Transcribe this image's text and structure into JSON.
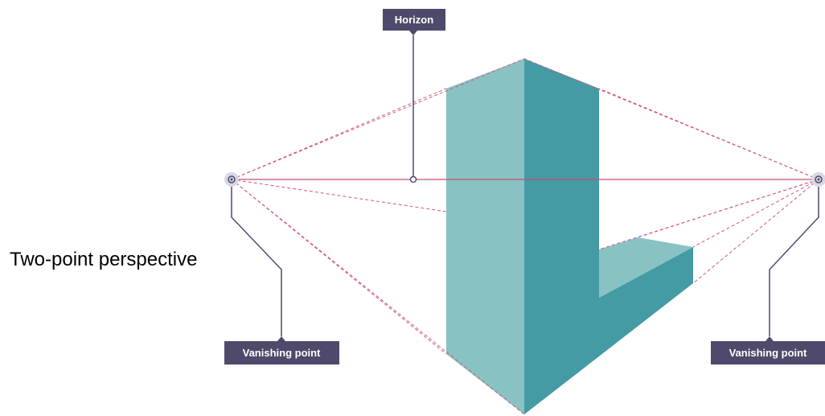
{
  "caption": "Two-point perspective",
  "labels": {
    "horizon": "Horizon",
    "vanishing_point_left": "Vanishing point",
    "vanishing_point_right": "Vanishing point"
  },
  "colors": {
    "block_light": "#88c2c3",
    "block_dark": "#449ba3",
    "guide_line": "#d4587e",
    "horizon_line": "#c05070",
    "label_bg": "#4d4a6b",
    "leader_line": "#4d4a6b"
  }
}
